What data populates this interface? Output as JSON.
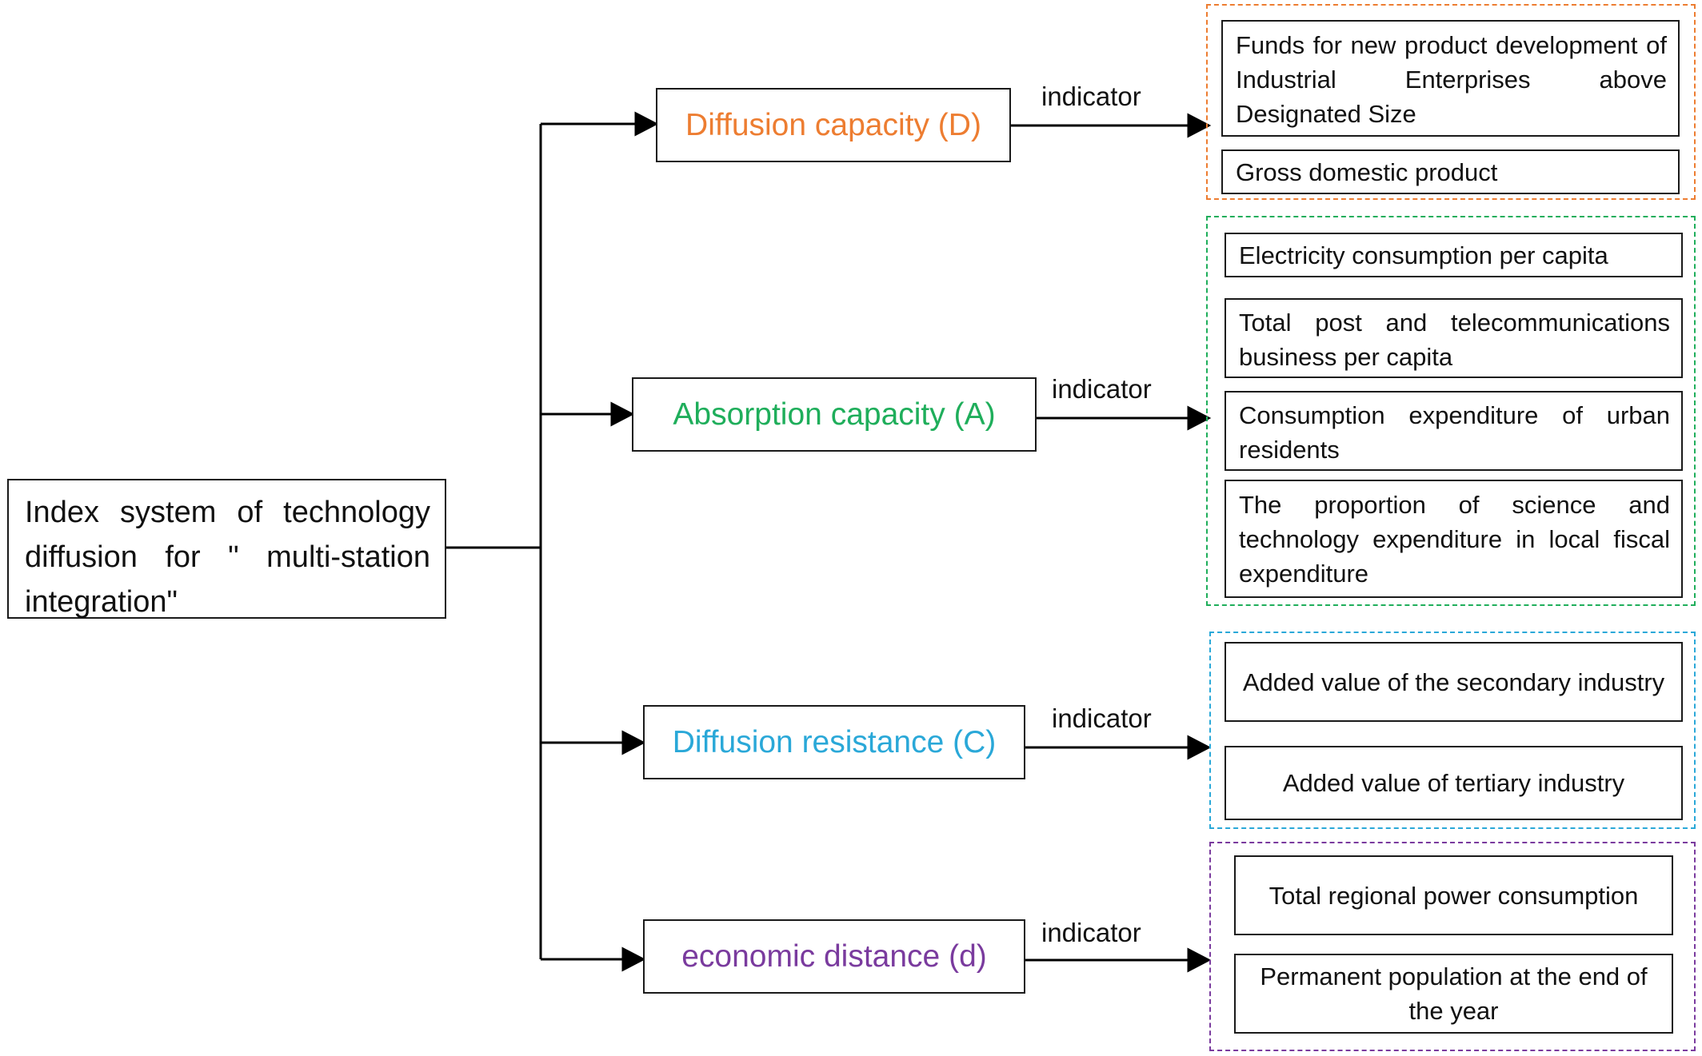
{
  "root": {
    "label": "Index system of technology diffusion for \" multi-station integration\""
  },
  "categories": [
    {
      "label": "Diffusion capacity (D)",
      "color": "#ed7d31",
      "edge_label": "indicator",
      "indicators": [
        "Funds for new product development of Industrial Enterprises above Designated Size",
        "Gross domestic product"
      ]
    },
    {
      "label": "Absorption capacity (A)",
      "color": "#1fae5b",
      "edge_label": "indicator",
      "indicators": [
        "Electricity consumption per capita",
        "Total post and telecommunications business per capita",
        "Consumption expenditure of urban residents",
        "The proportion of science and technology expenditure in local fiscal expenditure"
      ]
    },
    {
      "label": "Diffusion resistance (C)",
      "color": "#2aa8d8",
      "edge_label": "indicator",
      "indicators": [
        "Added value of the secondary industry",
        "Added value of tertiary industry"
      ]
    },
    {
      "label": "economic distance (d)",
      "color": "#7a3b9e",
      "edge_label": "indicator",
      "indicators": [
        "Total regional power consumption",
        "Permanent population at the end of the year"
      ]
    }
  ]
}
